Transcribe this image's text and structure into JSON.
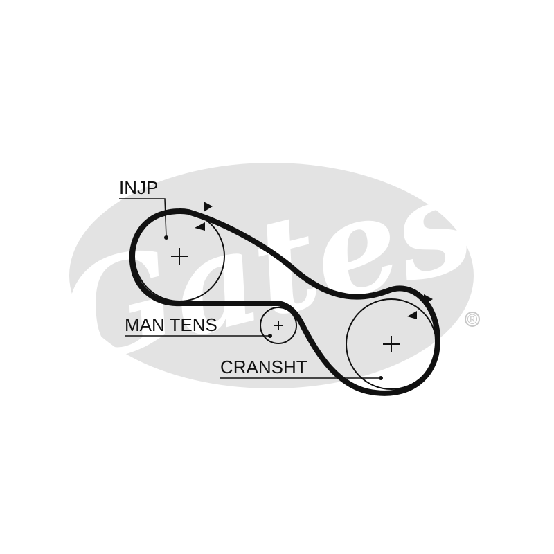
{
  "watermark": {
    "brand": "Gates",
    "registered_mark": "®"
  },
  "labels": {
    "injection_pump": "INJP",
    "manual_tensioner": "MAN TENS",
    "crankshaft": "CRANSHT"
  },
  "colors": {
    "belt": "#111111",
    "line": "#111111",
    "watermark_fill": "#e3e3e3",
    "background": "#ffffff"
  }
}
